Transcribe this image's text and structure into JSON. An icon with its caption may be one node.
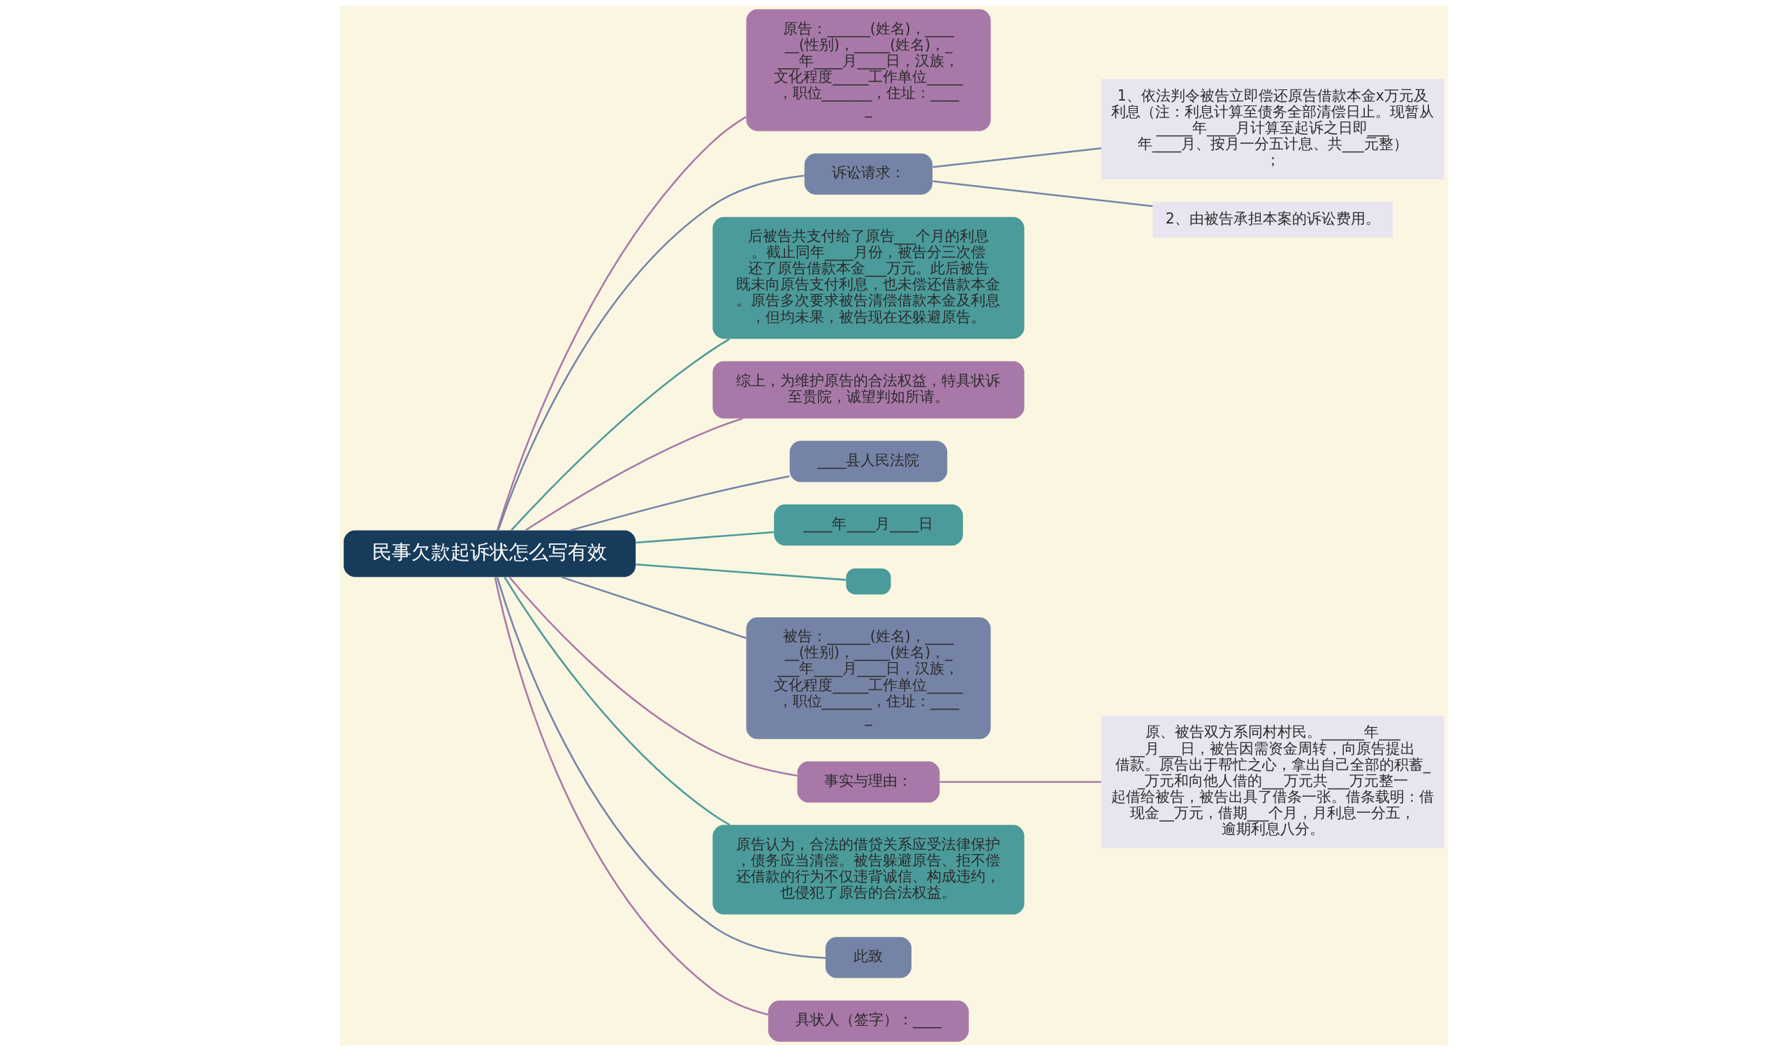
{
  "diagram": {
    "nodes": [
      {
        "text": [
          "民事欠款起诉状怎么写有效"
        ]
      },
      {
        "text": [
          "原告：______(姓名)，______(性别)，_____(姓名)，____年____月____日，汉族，文化程度_____工作单位_____，职位_______，住址：_____"
        ]
      },
      {
        "text": [
          "诉讼请求："
        ]
      },
      {
        "text": [
          "1、依法判令被告立即偿还原告借款本金x万元及利息（注：利息计算至债务全部清偿日止。现暂从_____年____月计算至起诉之日即___年____月、按月一分五计息、共___元整）；"
        ]
      },
      {
        "text": [
          "2、由被告承担本案的诉讼费用。"
        ]
      },
      {
        "text": [
          "后被告共支付给了原告___个月的利息。截止同年____月份，被告分三次偿还了原告借款本金___万元。此后被告既未向原告支付利息，也未偿还借款本金。原告多次要求被告清偿借款本金及利息，但均未果，被告现在还躲避原告。"
        ]
      },
      {
        "text": [
          "综上，为维护原告的合法权益，特具状诉至贵院，诚望判如所请。"
        ]
      },
      {
        "text": [
          "____县人民法院"
        ]
      },
      {
        "text": [
          "____年____月____日"
        ]
      },
      {
        "text": [],
        "shape": "box"
      },
      {
        "text": [
          "被告：______(姓名)，______(性别)，_____(姓名)，____年____月____日，汉族，文化程度_____工作单位_____，职位_______，住址：_____"
        ]
      },
      {
        "text": [
          "事实与理由："
        ]
      },
      {
        "text": [
          "原、被告双方系同村村民。______年_____月___日，被告因需资金周转，向原告提出借款。原告出于帮忙之心，拿出自己全部的积蓄__万元和向他人借的___万元共___万元整一起借给被告，被告出具了借条一张。借条载明：借现金__万元，借期___个月，月利息一分五，逾期利息八分。"
        ]
      },
      {
        "text": [
          "原告认为，合法的借贷关系应受法律保护，债务应当清偿。被告躲避原告、拒不偿还借款的行为不仅违背诚信、构成违约，也侵犯了原告的合法权益。"
        ]
      },
      {
        "text": [
          "此致"
        ]
      },
      {
        "text": [
          "具状人（签字）：____"
        ]
      }
    ],
    "edges": [
      {
        "from": 0,
        "to": 1,
        "arrow": "none",
        "color": "#a879a8"
      },
      {
        "from": 0,
        "to": 2,
        "arrow": "none",
        "color": "#7584a6"
      },
      {
        "from": 2,
        "to": 3,
        "arrow": "none",
        "color": "#7584a6"
      },
      {
        "from": 2,
        "to": 4,
        "arrow": "none",
        "color": "#7584a6"
      },
      {
        "from": 0,
        "to": 5,
        "arrow": "none",
        "color": "#4b9b9b"
      },
      {
        "from": 0,
        "to": 6,
        "arrow": "none",
        "color": "#a879a8"
      },
      {
        "from": 0,
        "to": 7,
        "arrow": "none",
        "color": "#7584a6"
      },
      {
        "from": 0,
        "to": 8,
        "arrow": "none",
        "color": "#4b9b9b"
      },
      {
        "from": 0,
        "to": 9,
        "arrow": "none",
        "color": "#4b9b9b"
      },
      {
        "from": 0,
        "to": 10,
        "arrow": "none",
        "color": "#7584a6"
      },
      {
        "from": 0,
        "to": 11,
        "arrow": "none",
        "color": "#a879a8"
      },
      {
        "from": 11,
        "to": 12,
        "arrow": "none",
        "color": "#a879a8"
      },
      {
        "from": 0,
        "to": 13,
        "arrow": "none",
        "color": "#4b9b9b"
      },
      {
        "from": 0,
        "to": 14,
        "arrow": "none",
        "color": "#7584a6"
      },
      {
        "from": 0,
        "to": 15,
        "arrow": "none",
        "color": "#a879a8"
      }
    ]
  }
}
